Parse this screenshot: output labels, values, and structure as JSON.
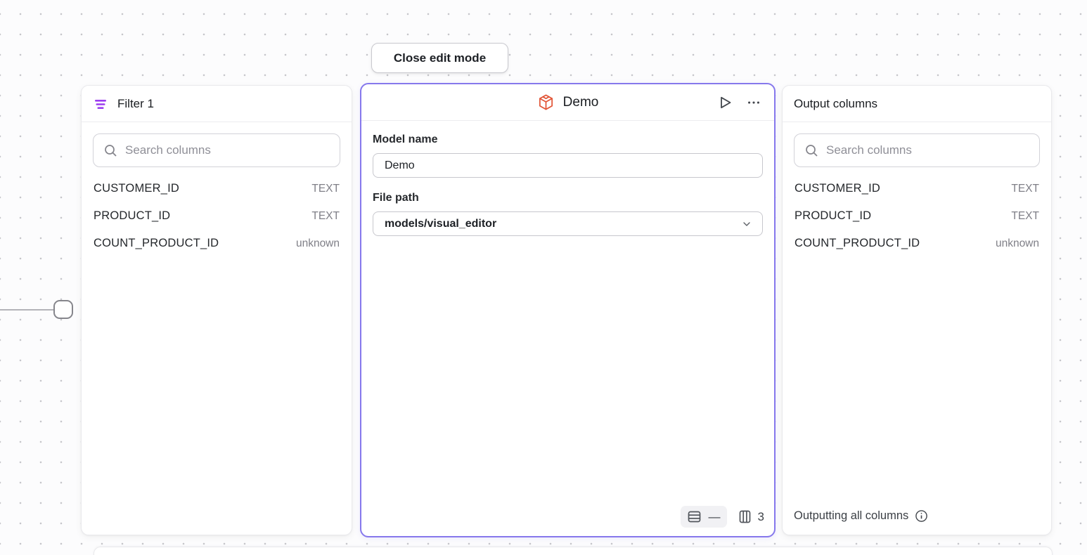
{
  "toolbar": {
    "close_button": "Close edit mode"
  },
  "filter_panel": {
    "title": "Filter 1",
    "search_placeholder": "Search columns",
    "columns": [
      {
        "name": "CUSTOMER_ID",
        "type": "TEXT"
      },
      {
        "name": "PRODUCT_ID",
        "type": "TEXT"
      },
      {
        "name": "COUNT_PRODUCT_ID",
        "type": "unknown"
      }
    ]
  },
  "model_panel": {
    "title": "Demo",
    "model_name_label": "Model name",
    "model_name_value": "Demo",
    "file_path_label": "File path",
    "file_path_value": "models/visual_editor",
    "footer": {
      "rows_value": "—",
      "columns_value": "3"
    }
  },
  "output_panel": {
    "title": "Output columns",
    "search_placeholder": "Search columns",
    "columns": [
      {
        "name": "CUSTOMER_ID",
        "type": "TEXT"
      },
      {
        "name": "PRODUCT_ID",
        "type": "TEXT"
      },
      {
        "name": "COUNT_PRODUCT_ID",
        "type": "unknown"
      }
    ],
    "footer_text": "Outputting all columns"
  },
  "icons": {
    "filter-icon": "three decreasing horizontal purple bars",
    "cube-icon": "orange 3d model cube",
    "play-icon": "outline right triangle",
    "ellipsis-icon": "three dots",
    "search-icon": "magnifier",
    "chevron-down-icon": "v chevron",
    "rows-icon": "table rows",
    "columns-icon": "table columns",
    "info-icon": "circled i"
  },
  "colors": {
    "selected_border_purple": "#8678ec",
    "filter_icon_purple": "#9b3df0",
    "cube_orange": "#e25537",
    "canvas_dot": "#c6c6cb"
  }
}
